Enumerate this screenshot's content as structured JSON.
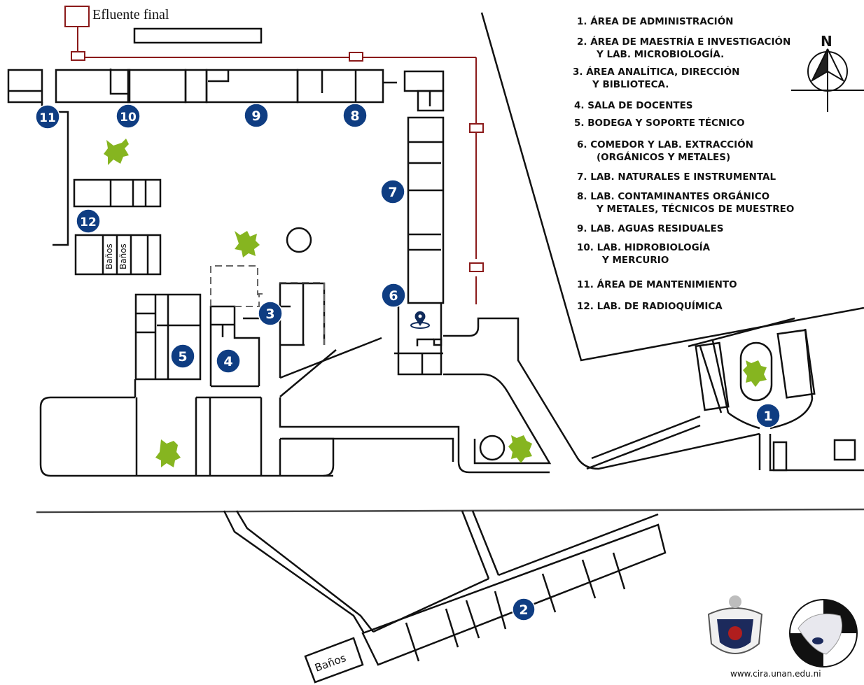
{
  "title": "CIRA-UNAN campus map",
  "effluent_label": "Efluente final",
  "compass": {
    "label": "N",
    "icon": "north-arrow-icon"
  },
  "legend": [
    {
      "number": "1",
      "lines": [
        "1. ÁREA DE ADMINISTRACIÓN"
      ]
    },
    {
      "number": "2",
      "lines": [
        "2. ÁREA DE MAESTRÍA E INVESTIGACIÓN",
        "Y LAB. MICROBIOLOGÍA."
      ]
    },
    {
      "number": "3",
      "lines": [
        "3.  ÁREA ANALÍTICA, DIRECCIÓN",
        "Y BIBLIOTECA."
      ]
    },
    {
      "number": "4",
      "lines": [
        "4. SALA DE DOCENTES"
      ]
    },
    {
      "number": "5",
      "lines": [
        "5. BODEGA Y SOPORTE TÉCNICO"
      ]
    },
    {
      "number": "6",
      "lines": [
        "6. COMEDOR Y LAB. EXTRACCIÓN",
        "(ORGÁNICOS Y METALES)"
      ]
    },
    {
      "number": "7",
      "lines": [
        "7. LAB. NATURALES E INSTRUMENTAL"
      ]
    },
    {
      "number": "8",
      "lines": [
        "8. LAB. CONTAMINANTES ORGÁNICO",
        "Y METALES, TÉCNICOS DE MUESTREO"
      ]
    },
    {
      "number": "9",
      "lines": [
        "9. LAB. AGUAS RESIDUALES"
      ]
    },
    {
      "number": "10",
      "lines": [
        "10. LAB. HIDROBIOLOGÍA",
        "Y MERCURIO"
      ]
    },
    {
      "number": "11",
      "lines": [
        "11. ÁREA DE MANTENIMIENTO"
      ]
    },
    {
      "number": "12",
      "lines": [
        "12. LAB. DE  RADIOQUÍMICA"
      ]
    }
  ],
  "markers": [
    "1",
    "2",
    "3",
    "4",
    "5",
    "6",
    "7",
    "8",
    "9",
    "10",
    "11",
    "12"
  ],
  "restroom_label": "Baños",
  "restroom_label_vertical_1": "Baños",
  "restroom_label_vertical_2": "Baños",
  "location_pin": "location-pin-icon",
  "website": "www.cira.unan.edu.ni",
  "logos": [
    "unan-coat-of-arms-logo",
    "cira-seal-logo"
  ],
  "colors": {
    "marker": "#0f3d82",
    "pipeline": "#8b1a1a",
    "tree": "#86b520",
    "wall": "#111111"
  }
}
